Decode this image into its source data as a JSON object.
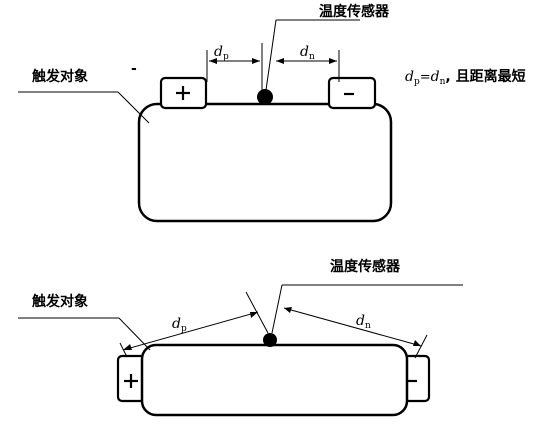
{
  "top": {
    "sensor_label": "温度传感器",
    "target_label": "触发对象",
    "d_p": "d",
    "d_p_sub": "p",
    "d_n": "d",
    "d_n_sub": "n",
    "note": {
      "d1": "d",
      "d1_sub": "p",
      "eq": "=",
      "d2": "d",
      "d2_sub": "n",
      "tail": ", 且距离最短"
    },
    "minus_mark": "-"
  },
  "bottom": {
    "sensor_label": "温度传感器",
    "target_label": "触发对象",
    "d_p": "d",
    "d_p_sub": "p",
    "d_n": "d",
    "d_n_sub": "n"
  },
  "icons": {
    "positive_terminal": "plus-icon",
    "negative_terminal": "minus-icon",
    "sensor": "sensor-dot-icon"
  }
}
